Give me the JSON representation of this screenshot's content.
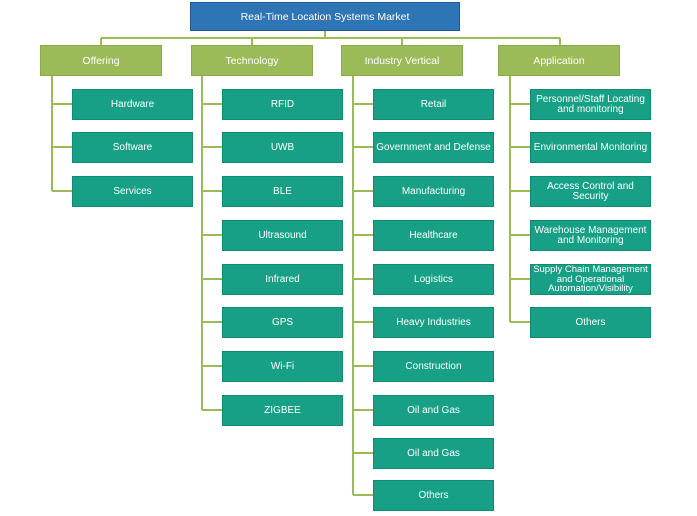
{
  "root": {
    "label": "Real-Time Location Systems Market"
  },
  "colors": {
    "root": "#2e75b6",
    "category": "#9bbb59",
    "leaf": "#17a085",
    "connector": "#9bbb59"
  },
  "categories": [
    {
      "label": "Offering",
      "items": [
        "Hardware",
        "Software",
        "Services"
      ]
    },
    {
      "label": "Technology",
      "items": [
        "RFID",
        "UWB",
        "BLE",
        "Ultrasound",
        "Infrared",
        "GPS",
        "Wi-Fi",
        "ZIGBEE"
      ]
    },
    {
      "label": "Industry Vertical",
      "items": [
        "Retail",
        "Government and Defense",
        "Manufacturing",
        "Healthcare",
        "Logistics",
        "Heavy Industries",
        "Construction",
        "Oil and Gas",
        "Oil and Gas",
        "Others"
      ]
    },
    {
      "label": "Application",
      "items": [
        "Personnel/Staff Locating and monitoring",
        "Environmental Monitoring",
        "Access Control and Security",
        "Warehouse Management and Monitoring",
        "Supply Chain Management and Operational Automation/Visibility",
        "Others"
      ]
    }
  ]
}
